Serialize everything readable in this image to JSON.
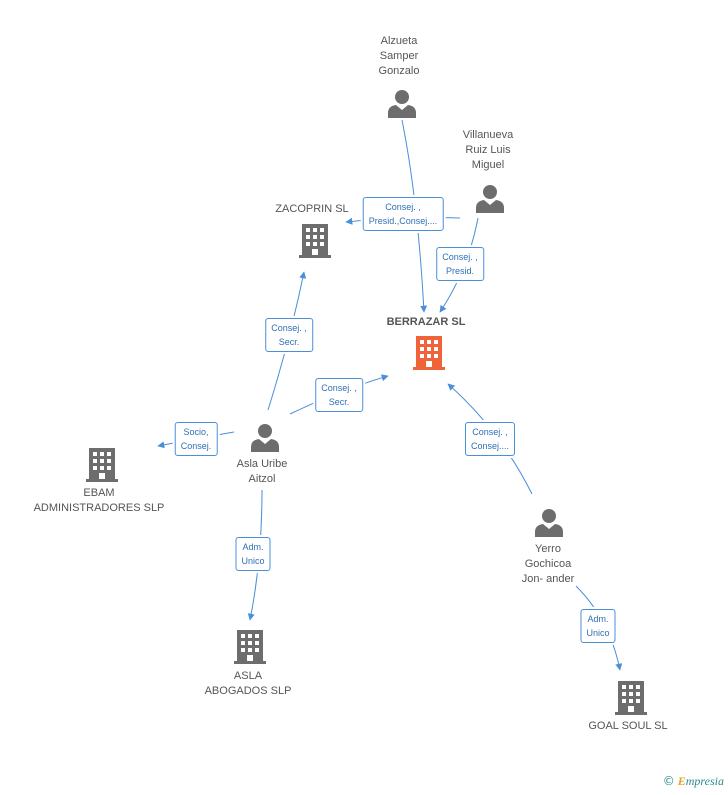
{
  "colors": {
    "edge": "#4a8fd8",
    "building": "#6d6d6d",
    "building_main": "#f0633a",
    "person": "#6d6d6d"
  },
  "nodes": {
    "berrazar": {
      "label": "BERRAZAR SL",
      "icon": "building-icon"
    },
    "zacoprin": {
      "label": "ZACOPRIN SL",
      "icon": "building-icon"
    },
    "ebam": {
      "label": "EBAM\nADMINISTRADORES SLP",
      "icon": "building-icon"
    },
    "asla_abogados": {
      "label": "ASLA\nABOGADOS SLP",
      "icon": "building-icon"
    },
    "goal_soul": {
      "label": "GOAL SOUL SL",
      "icon": "building-icon"
    },
    "alzueta": {
      "label": "Alzueta\nSamper\nGonzalo",
      "icon": "person-icon"
    },
    "villanueva": {
      "label": "Villanueva\nRuiz Luis\nMiguel",
      "icon": "person-icon"
    },
    "asla_uribe": {
      "label": "Asla Uribe\nAitzol",
      "icon": "person-icon"
    },
    "yerro": {
      "label": "Yerro\nGochicoa\nJon- ander",
      "icon": "person-icon"
    }
  },
  "relations": {
    "alzueta_zacoprin": "Consej. ,\nPresid.,Consej....",
    "villanueva_berrazar": "Consej. ,\nPresid.",
    "asla_zacoprin": "Consej. ,\nSecr.",
    "asla_berrazar": "Consej. ,\nSecr.",
    "asla_ebam": "Socio,\nConsej.",
    "asla_abogados": "Adm.\nUnico",
    "yerro_berrazar": "Consej. ,\nConsej....",
    "yerro_goal": "Adm.\nUnico"
  },
  "brand": {
    "symbol": "©",
    "initial": "E",
    "rest": "mpresia"
  }
}
